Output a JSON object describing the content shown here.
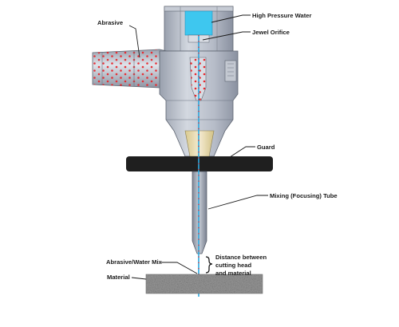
{
  "labels": {
    "abrasive": "Abrasive",
    "high_pressure_water": "High Pressure Water",
    "jewel_orifice": "Jewel Orifice",
    "guard": "Guard",
    "mixing_tube": "Mixing (Focusing) Tube",
    "abrasive_water_mix": "Abrasive/Water Mix",
    "distance_line1": "Distance between",
    "distance_line2": "cutting head",
    "distance_line3": "and material",
    "material": "Material"
  },
  "colors": {
    "body_gray": "#b4bac6",
    "body_dark": "#8c93a1",
    "water_blue": "#3ec7ef",
    "jet_blue": "#2aa9e0",
    "abrasive_dot": "#e8262c",
    "guard_black": "#1f1f1f",
    "nozzle_cream": "#eee0a8",
    "material_gray": "#9a9a9a"
  }
}
